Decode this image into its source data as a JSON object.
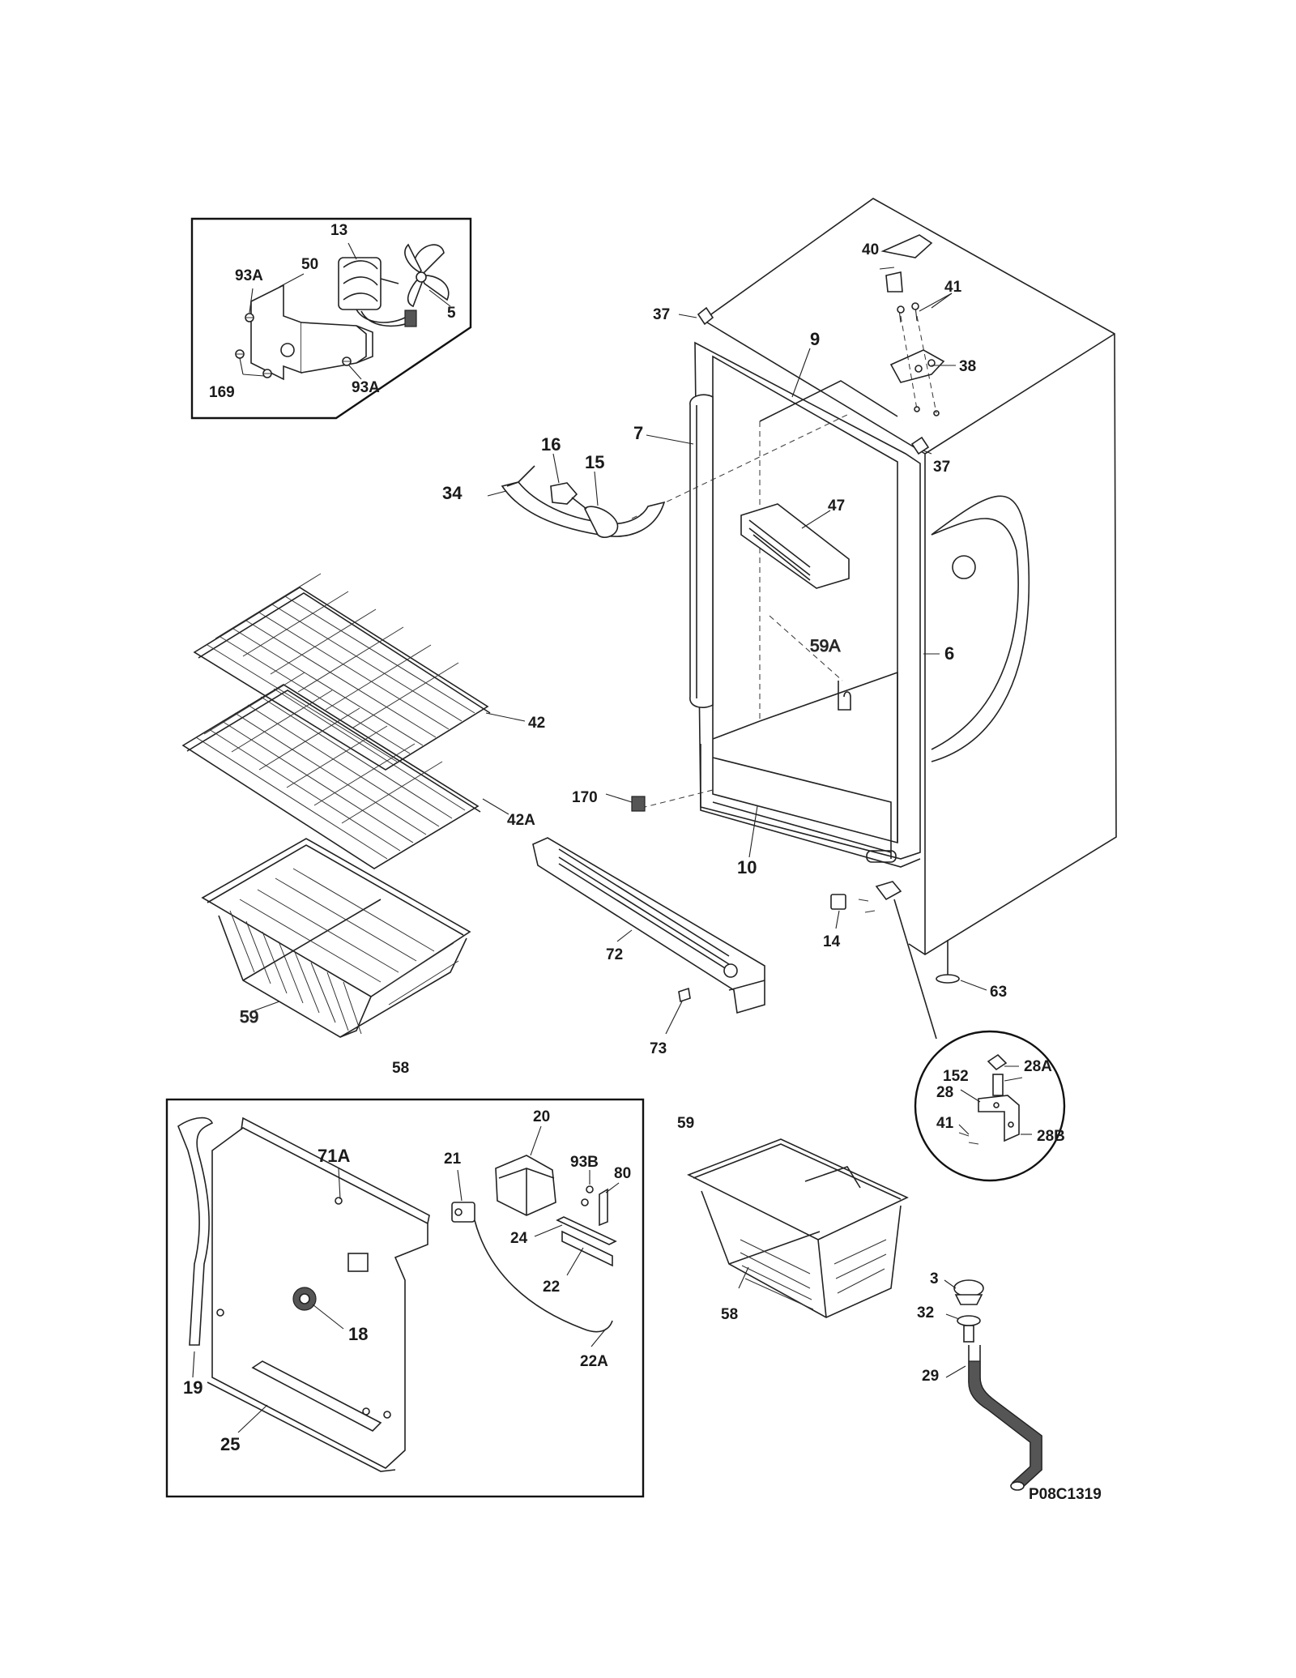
{
  "diagram_code": "P08C1319",
  "colors": {
    "line": "#222222",
    "background": "#ffffff",
    "shade": "#e9e9e9"
  },
  "labels": [
    {
      "id": "13",
      "text": "13"
    },
    {
      "id": "93A-top",
      "text": "93A"
    },
    {
      "id": "50",
      "text": "50"
    },
    {
      "id": "5",
      "text": "5"
    },
    {
      "id": "169",
      "text": "169"
    },
    {
      "id": "93A-bot",
      "text": "93A"
    },
    {
      "id": "40",
      "text": "40"
    },
    {
      "id": "41-top",
      "text": "41"
    },
    {
      "id": "37-top",
      "text": "37"
    },
    {
      "id": "9",
      "text": "9"
    },
    {
      "id": "38",
      "text": "38"
    },
    {
      "id": "7",
      "text": "7"
    },
    {
      "id": "37-right",
      "text": "37"
    },
    {
      "id": "16",
      "text": "16"
    },
    {
      "id": "15",
      "text": "15"
    },
    {
      "id": "34",
      "text": "34"
    },
    {
      "id": "47",
      "text": "47"
    },
    {
      "id": "59A",
      "text": "59A"
    },
    {
      "id": "6",
      "text": "6"
    },
    {
      "id": "42",
      "text": "42"
    },
    {
      "id": "42A",
      "text": "42A"
    },
    {
      "id": "170",
      "text": "170"
    },
    {
      "id": "10",
      "text": "10"
    },
    {
      "id": "14",
      "text": "14"
    },
    {
      "id": "72",
      "text": "72"
    },
    {
      "id": "63",
      "text": "63"
    },
    {
      "id": "59-basket",
      "text": "59"
    },
    {
      "id": "73",
      "text": "73"
    },
    {
      "id": "58-top",
      "text": "58"
    },
    {
      "id": "152",
      "text": "152"
    },
    {
      "id": "28A",
      "text": "28A"
    },
    {
      "id": "28",
      "text": "28"
    },
    {
      "id": "41-hinge",
      "text": "41"
    },
    {
      "id": "28B",
      "text": "28B"
    },
    {
      "id": "71A",
      "text": "71A"
    },
    {
      "id": "21",
      "text": "21"
    },
    {
      "id": "20",
      "text": "20"
    },
    {
      "id": "93B",
      "text": "93B"
    },
    {
      "id": "80",
      "text": "80"
    },
    {
      "id": "24",
      "text": "24"
    },
    {
      "id": "22",
      "text": "22"
    },
    {
      "id": "18",
      "text": "18"
    },
    {
      "id": "22A",
      "text": "22A"
    },
    {
      "id": "19",
      "text": "19"
    },
    {
      "id": "25",
      "text": "25"
    },
    {
      "id": "59-label",
      "text": "59"
    },
    {
      "id": "58-basket",
      "text": "58"
    },
    {
      "id": "3",
      "text": "3"
    },
    {
      "id": "32",
      "text": "32"
    },
    {
      "id": "29",
      "text": "29"
    }
  ]
}
